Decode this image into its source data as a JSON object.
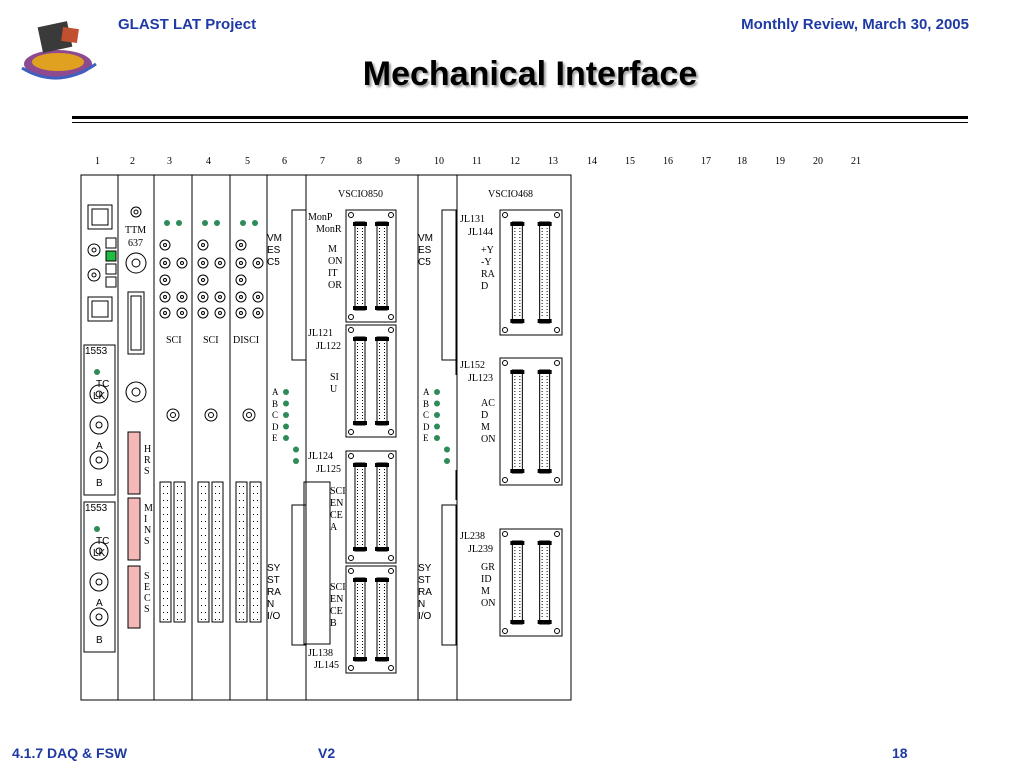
{
  "header": {
    "project": "GLAST LAT Project",
    "review": "Monthly Review, March 30, 2005"
  },
  "title": "Mechanical Interface",
  "footer": {
    "section": "4.1.7 DAQ & FSW",
    "version": "V2",
    "page": "18"
  },
  "colors": {
    "header_blue": "#1f3aa3",
    "led_green": "#2e8b57",
    "connector_pink": "#f4b8b8",
    "rule": "#000000"
  },
  "diagram": {
    "slots": [
      "1",
      "2",
      "3",
      "4",
      "5",
      "6",
      "7",
      "8",
      "9",
      "10",
      "11",
      "12",
      "13",
      "14",
      "15",
      "16",
      "17",
      "18",
      "19",
      "20",
      "21"
    ],
    "card_1553": "1553",
    "card1_labels": [
      "TC",
      "LK",
      "A",
      "B"
    ],
    "card2": {
      "ttm": "TTM",
      "ttm_num": "637",
      "hrs": "H R S",
      "mins": "M I N S",
      "secs": "S E C S"
    },
    "sci_labels": [
      "SCI",
      "SCI",
      "DISCI"
    ],
    "vmes_label": [
      "VM",
      "ES",
      "C5"
    ],
    "sys_label": [
      "SY",
      "ST",
      "RA",
      "N",
      "I/O"
    ],
    "abcde": [
      "A",
      "B",
      "C",
      "D",
      "E"
    ],
    "vscio850": {
      "title": "VSCIO850",
      "conn_groups": [
        {
          "id": [
            "MonP",
            "MonR"
          ],
          "name": [
            "M",
            "ON",
            "IT",
            "OR"
          ]
        },
        {
          "id": [
            "JL121",
            "JL122"
          ],
          "name": [
            "SI",
            "U"
          ]
        },
        {
          "id": [
            "JL124",
            "JL125"
          ],
          "name": [
            "SCI",
            "EN",
            "CE",
            "A"
          ]
        },
        {
          "id": [
            "JL138",
            "JL145"
          ],
          "name": [
            "SCI",
            "EN",
            "CE",
            "B"
          ]
        }
      ]
    },
    "vscio468": {
      "title": "VSCIO468",
      "conn_groups": [
        {
          "id": [
            "JL131",
            "JL144"
          ],
          "name": [
            "+Y",
            "-Y",
            "RA",
            "D"
          ]
        },
        {
          "id": [
            "JL152",
            "JL123"
          ],
          "name": [
            "AC",
            "D",
            "M",
            "ON"
          ]
        },
        {
          "id": [
            "JL238",
            "JL239"
          ],
          "name": [
            "GR",
            "ID",
            "M",
            "ON"
          ]
        }
      ]
    }
  }
}
